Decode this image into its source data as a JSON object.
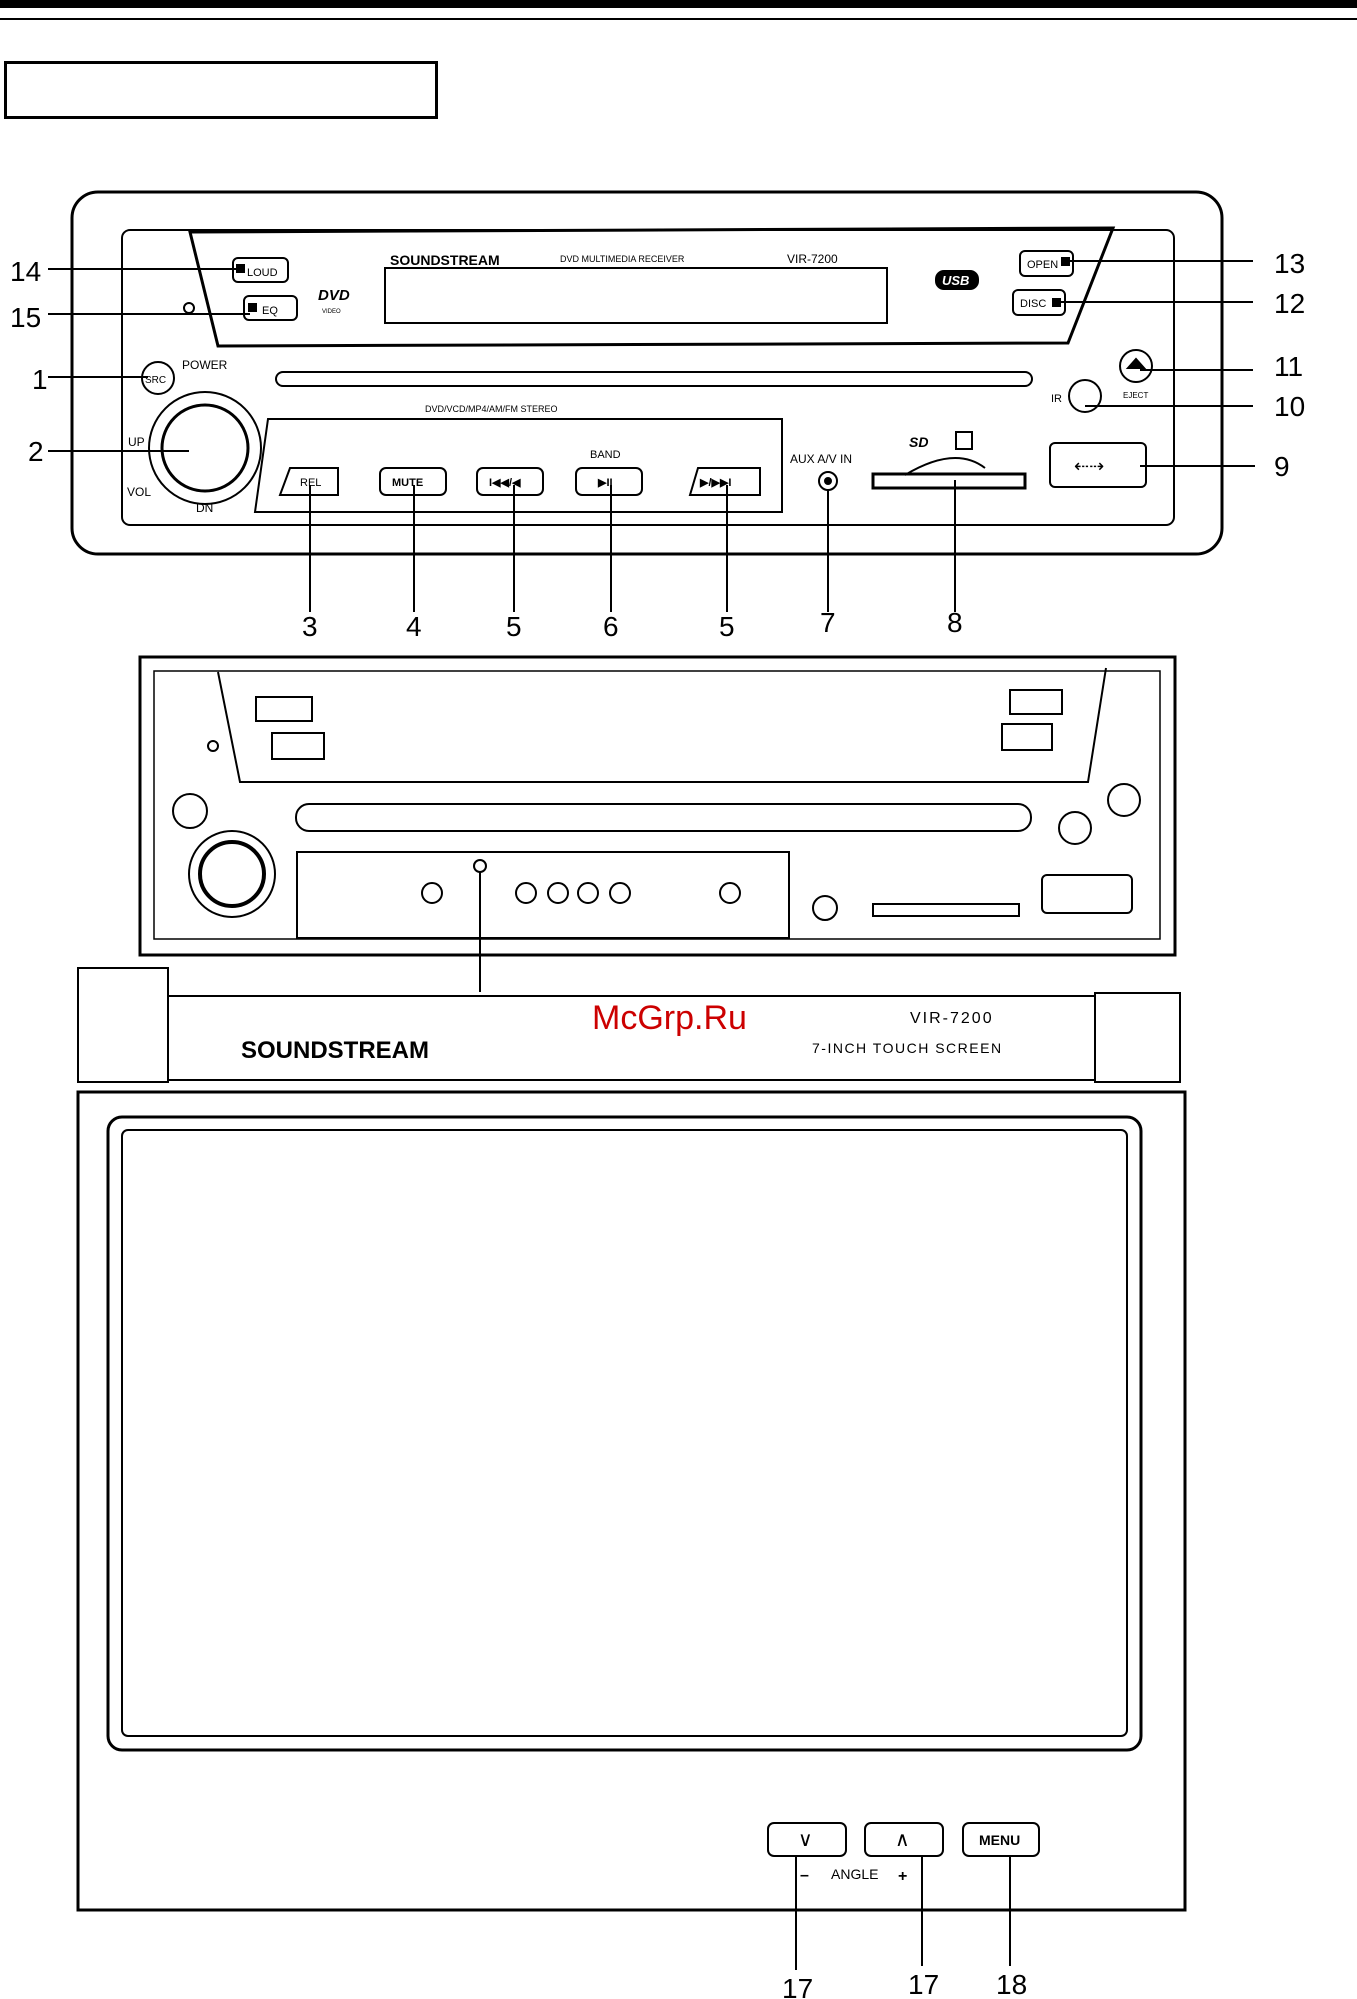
{
  "panel1": {
    "brand": "SOUNDSTREAM",
    "product_desc": "DVD MULTIMEDIA RECEIVER",
    "model": "VIR-7200",
    "dvd_logo": "DVD",
    "dvd_logo_sub": "VIDEO",
    "usb_logo": "USB",
    "formats": "DVD/VCD/MP4/AM/FM STEREO",
    "labels": {
      "loud": "LOUD",
      "eq": "EQ",
      "open": "OPEN",
      "disc": "DISC",
      "src": "SRC",
      "power": "POWER",
      "eject": "EJECT",
      "ir": "IR",
      "up": "UP",
      "vol": "VOL",
      "dn": "DN",
      "band": "BAND",
      "aux": "AUX A/V IN",
      "sd": "SD",
      "rel": "REL",
      "mute": "MUTE",
      "prev": "I◀◀/◀",
      "playpause": "▶II",
      "next": "▶/▶▶I"
    },
    "callouts": [
      "1",
      "2",
      "3",
      "4",
      "5",
      "6",
      "5",
      "7",
      "8",
      "9",
      "10",
      "11",
      "12",
      "13",
      "14",
      "15"
    ]
  },
  "watermark": "McGrp.Ru",
  "panel3": {
    "brand": "SOUNDSTREAM",
    "model": "VIR-7200",
    "subtitle": "7-INCH TOUCH SCREEN",
    "down_glyph": "∨",
    "up_glyph": "∧",
    "minus": "–",
    "plus": "+",
    "angle_label": "ANGLE",
    "menu_label": "MENU",
    "callouts": [
      "17",
      "17",
      "18"
    ]
  },
  "colors": {
    "ink": "#000000",
    "paper": "#ffffff",
    "watermark": "#cc0000"
  }
}
